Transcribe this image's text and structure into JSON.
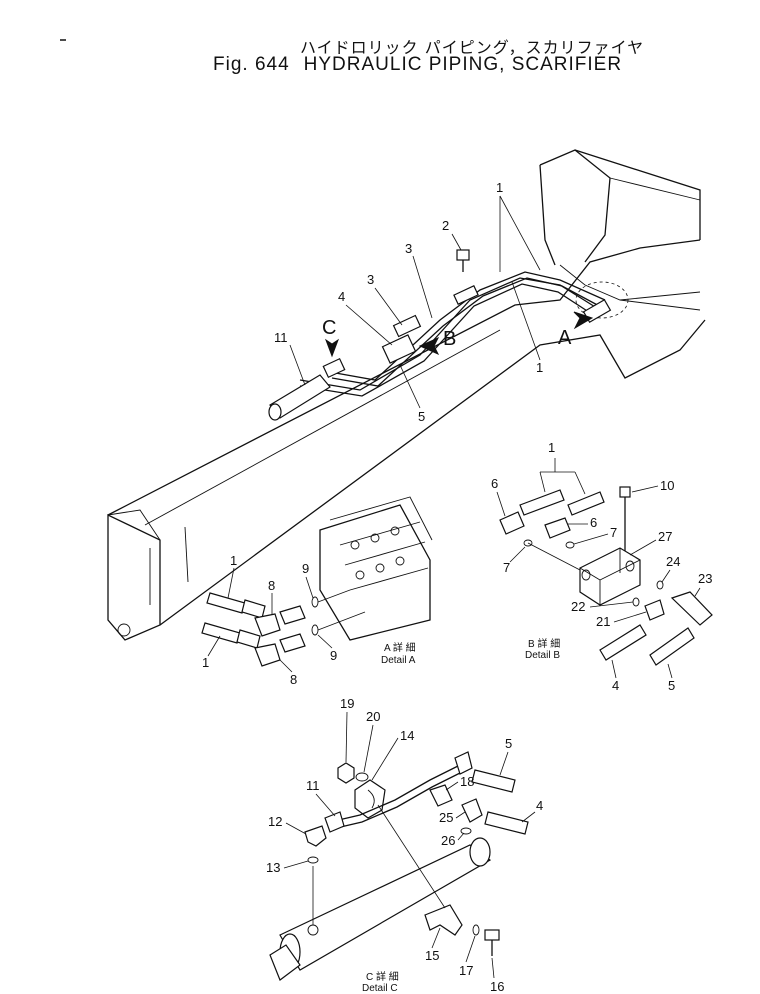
{
  "header": {
    "title_jp": "ハイドロリック パイピング，スカリファイヤ",
    "fig_label": "Fig. 644",
    "title_en": "HYDRAULIC PIPING, SCARIFIER"
  },
  "view_labels": {
    "A": "A",
    "B": "B",
    "C": "C"
  },
  "details": {
    "A": {
      "jp": "A 詳 細",
      "en": "Detail A"
    },
    "B": {
      "jp": "B 詳 細",
      "en": "Detail B"
    },
    "C": {
      "jp": "C 詳 細",
      "en": "Detail C"
    }
  },
  "callouts": {
    "main": [
      "1",
      "2",
      "3",
      "3",
      "4",
      "5",
      "1",
      "11"
    ],
    "detail_a": [
      "1",
      "8",
      "9",
      "1",
      "8",
      "9"
    ],
    "detail_b": [
      "1",
      "6",
      "10",
      "6",
      "7",
      "27",
      "7",
      "24",
      "23",
      "22",
      "21",
      "4",
      "5"
    ],
    "detail_c": [
      "19",
      "20",
      "14",
      "5",
      "11",
      "18",
      "12",
      "25",
      "4",
      "26",
      "13",
      "15",
      "17",
      "16"
    ]
  }
}
